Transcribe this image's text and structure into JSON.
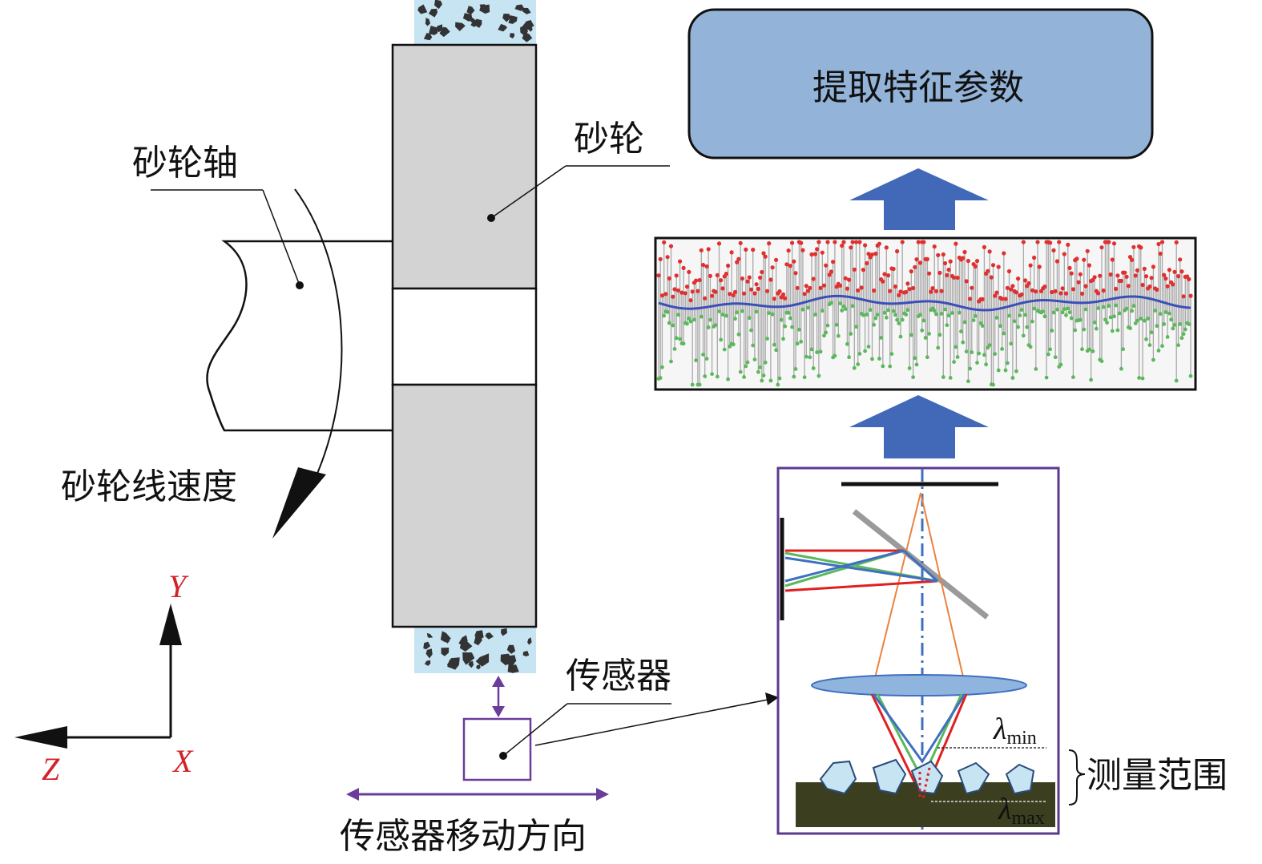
{
  "labels": {
    "extract_features": "提取特征参数",
    "wheel": "砂轮",
    "wheel_shaft": "砂轮轴",
    "wheel_speed": "砂轮线速度",
    "sensor": "传感器",
    "sensor_move_dir": "传感器移动方向",
    "measure_range": "测量范围",
    "lambda_symbol": "λ",
    "lambda_min_sub": "min",
    "lambda_max_sub": "max"
  },
  "axes": {
    "y": "Y",
    "z": "Z",
    "x": "X"
  },
  "colors": {
    "feature_box_fill": "#93b4d8",
    "arrow_fill": "#4169b8",
    "wheel_fill": "#d3d3d3",
    "abrasive_fill": "#c6e4f2",
    "sensor_border": "#6a3d9a",
    "axis_label": "#d2232a",
    "surface_fill": "#3b3f20",
    "signal_peak": "#e03030",
    "signal_valley": "#5cb85c",
    "signal_mean": "#3a4fb8",
    "light_orange": "#e9843f",
    "light_red": "#e02020",
    "light_green": "#5cb85c",
    "light_blue": "#3f6fc0"
  }
}
